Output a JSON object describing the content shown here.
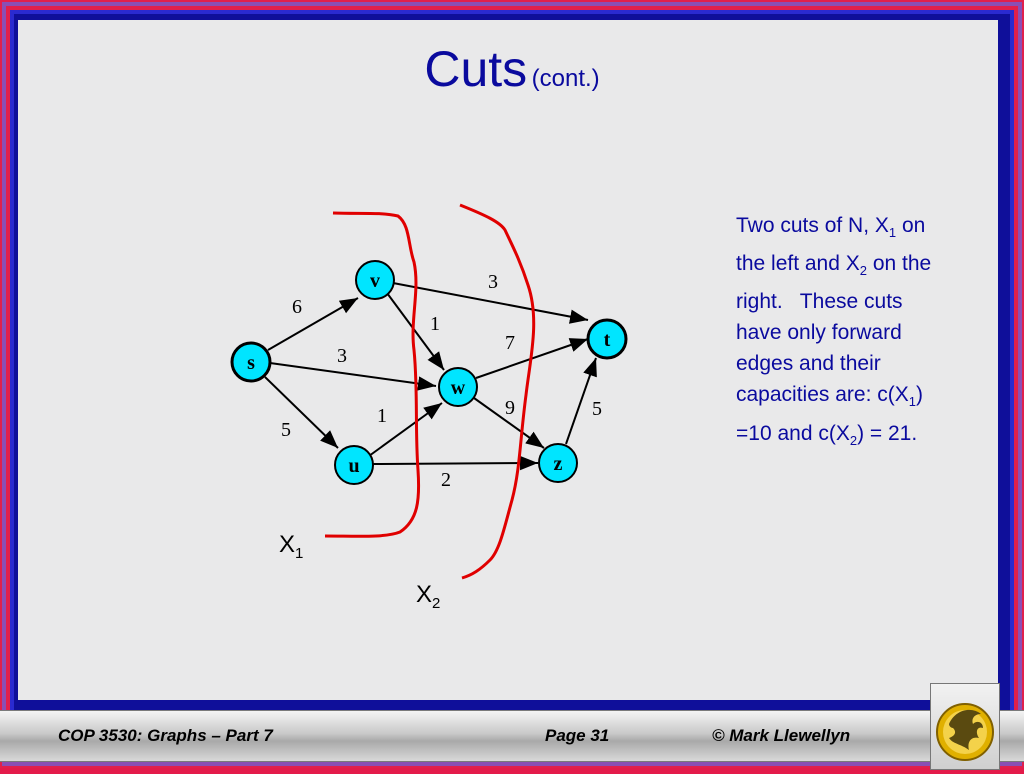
{
  "title": {
    "main": "Cuts",
    "sub": "(cont.)"
  },
  "description": {
    "line1_a": "Two cuts of N, X",
    "line1_sub": "1",
    "line1_b": " on",
    "line2_a": "the left and X",
    "line2_sub": "2",
    "line2_b": " on the",
    "line3": "right.   These cuts",
    "line4": "have only forward",
    "line5": "edges and their",
    "line6_a": "capacities are: c(X",
    "line6_sub": "1",
    "line6_b": ")",
    "line7_a": "=10 and c(X",
    "line7_sub": "2",
    "line7_b": ") = 21."
  },
  "graph": {
    "nodes": {
      "s": "s",
      "v": "v",
      "u": "u",
      "w": "w",
      "z": "z",
      "t": "t"
    },
    "edge_labels": {
      "s_v": "6",
      "s_w": "3",
      "s_u": "5",
      "v_t": "3",
      "v_w": "1",
      "u_w": "1",
      "u_z": "2",
      "w_t": "7",
      "w_z": "9",
      "z_t": "5"
    },
    "cut_labels": {
      "x1": "X",
      "x1_sub": "1",
      "x2": "X",
      "x2_sub": "2"
    }
  },
  "footer": {
    "course": "COP 3530: Graphs – Part 7",
    "page": "Page 31",
    "copyright": "© Mark Llewellyn"
  },
  "colors": {
    "accent": "#0a0a9e",
    "node_fill": "#00e5ff",
    "cut_line": "#e00000",
    "frame": "#e0204c"
  }
}
